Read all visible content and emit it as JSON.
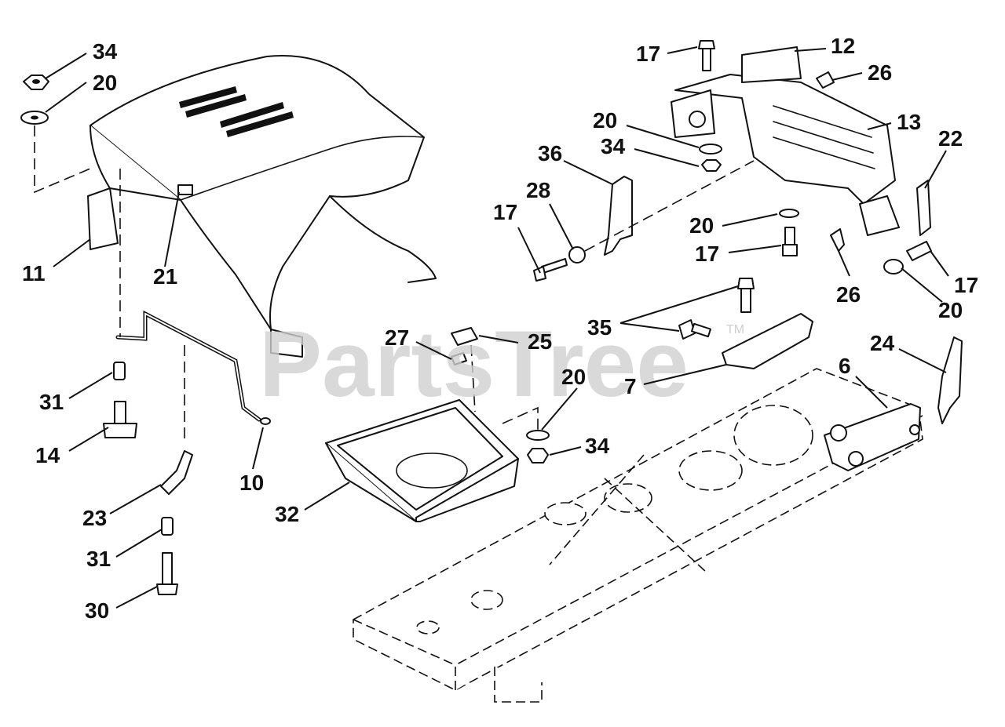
{
  "watermark": {
    "text": "PartsTree",
    "mark": "TM",
    "color": "#cfcfcf"
  },
  "callouts": [
    {
      "id": "c34a",
      "label": "34"
    },
    {
      "id": "c20a",
      "label": "20"
    },
    {
      "id": "c11",
      "label": "11"
    },
    {
      "id": "c21",
      "label": "21"
    },
    {
      "id": "c31a",
      "label": "31"
    },
    {
      "id": "c14",
      "label": "14"
    },
    {
      "id": "c10",
      "label": "10"
    },
    {
      "id": "c23",
      "label": "23"
    },
    {
      "id": "c31b",
      "label": "31"
    },
    {
      "id": "c30",
      "label": "30"
    },
    {
      "id": "c17a",
      "label": "17"
    },
    {
      "id": "c12",
      "label": "12"
    },
    {
      "id": "c26a",
      "label": "26"
    },
    {
      "id": "c13",
      "label": "13"
    },
    {
      "id": "c20b",
      "label": "20"
    },
    {
      "id": "c34b",
      "label": "34"
    },
    {
      "id": "c36",
      "label": "36"
    },
    {
      "id": "c22",
      "label": "22"
    },
    {
      "id": "c28",
      "label": "28"
    },
    {
      "id": "c17b",
      "label": "17"
    },
    {
      "id": "c20c",
      "label": "20"
    },
    {
      "id": "c17c",
      "label": "17"
    },
    {
      "id": "c26b",
      "label": "26"
    },
    {
      "id": "c17d",
      "label": "17"
    },
    {
      "id": "c20d",
      "label": "20"
    },
    {
      "id": "c35",
      "label": "35"
    },
    {
      "id": "c27",
      "label": "27"
    },
    {
      "id": "c25",
      "label": "25"
    },
    {
      "id": "c20e",
      "label": "20"
    },
    {
      "id": "c24",
      "label": "24"
    },
    {
      "id": "c6",
      "label": "6"
    },
    {
      "id": "c7",
      "label": "7"
    },
    {
      "id": "c34c",
      "label": "34"
    },
    {
      "id": "c32",
      "label": "32"
    }
  ]
}
